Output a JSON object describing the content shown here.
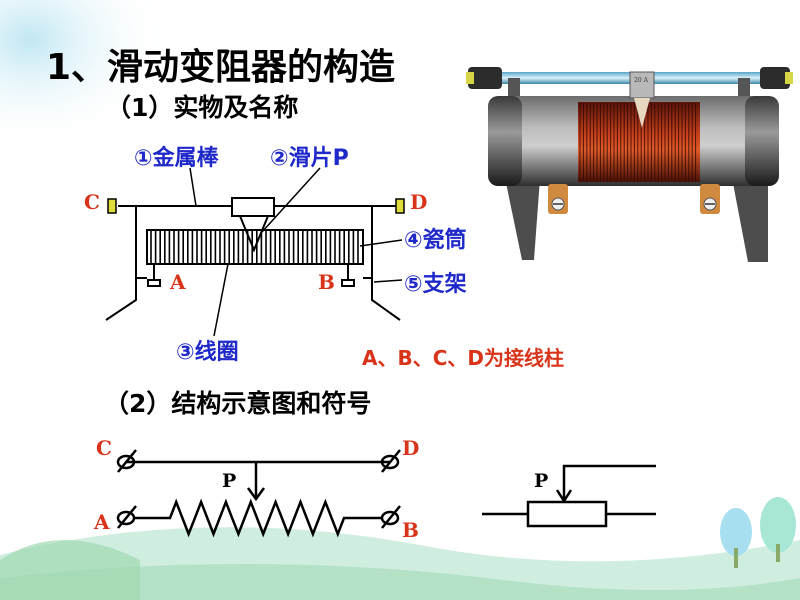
{
  "slide": {
    "title": "1、滑动变阻器的构造",
    "sub1": "（1）实物及名称",
    "sub2": "（2）结构示意图和符号"
  },
  "parts": {
    "rod": "①金属棒",
    "slider": "②滑片P",
    "coil": "③线圈",
    "tube": "④瓷筒",
    "frame": "⑤支架"
  },
  "terminals": {
    "a": "A",
    "b": "B",
    "c": "C",
    "d": "D",
    "note": "A、B、C、D为接线柱"
  },
  "circuit": {
    "c": "C",
    "d": "D",
    "a": "A",
    "b": "B",
    "p": "P"
  },
  "symbol": {
    "p": "P"
  },
  "photo": {
    "label": "20 A"
  },
  "colors": {
    "title": "#000000",
    "parts": "#1f28c8",
    "terminals": "#d9341a",
    "line": "#000000"
  }
}
